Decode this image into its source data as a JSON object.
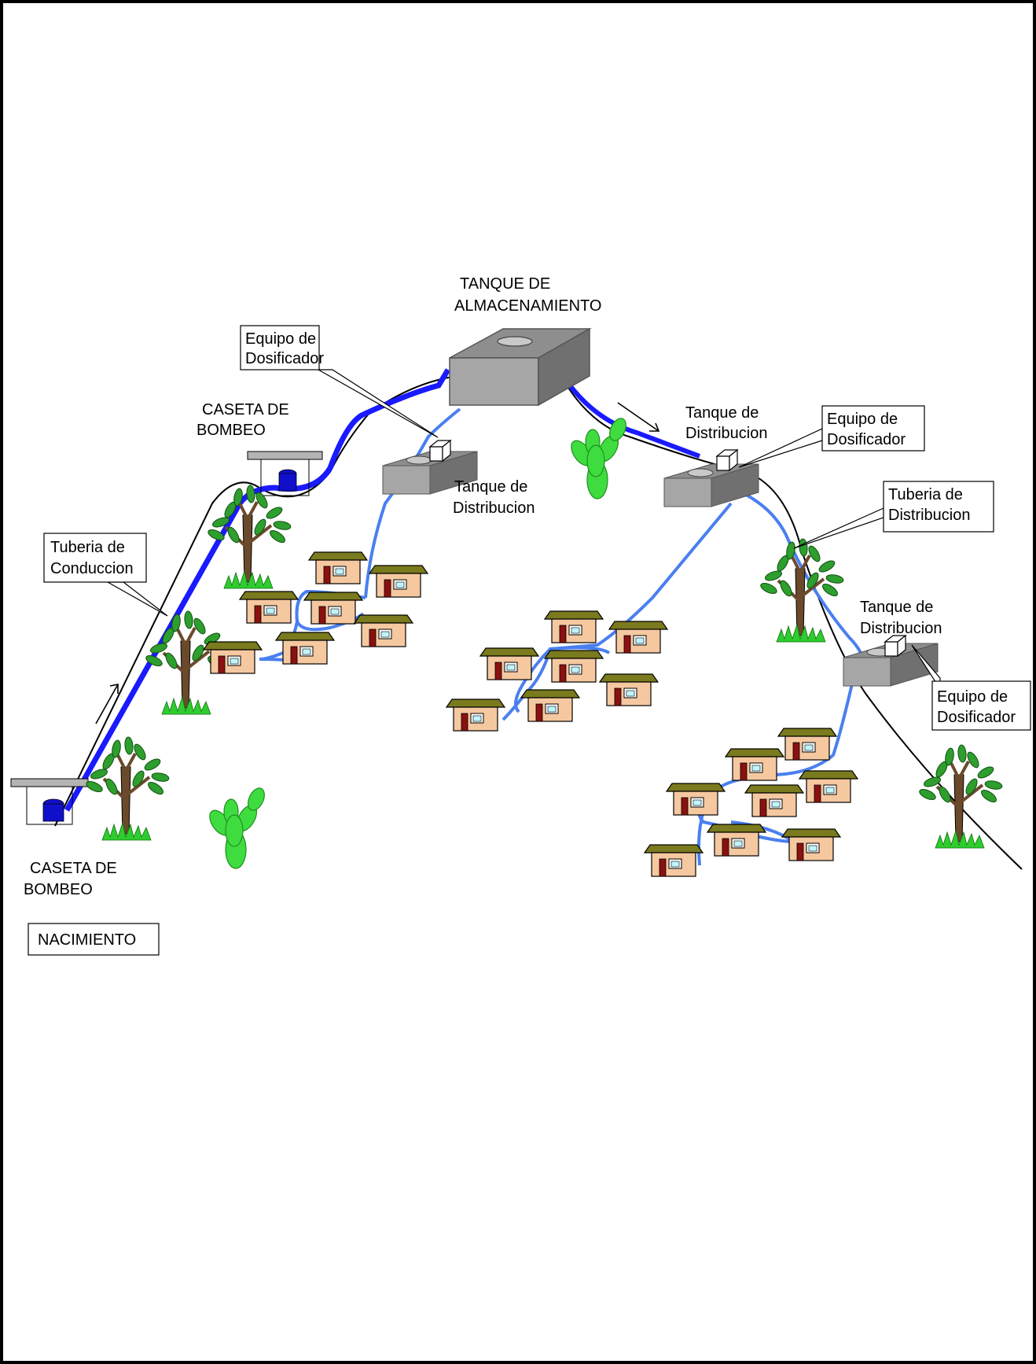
{
  "colors": {
    "conduction_pipe": "#1a1aff",
    "distribution_pipe": "#4a7ff0",
    "tank_top": "#8e8e8e",
    "tank_front": "#a6a6a6",
    "tank_side": "#707070",
    "house_wall": "#f5c8a0",
    "house_roof": "#7a7a1e",
    "door": "#8b1010",
    "window": "#bff5ff",
    "tree_leaf": "#2e9e2e",
    "tree_trunk": "#6b4a2b",
    "cactus": "#3fdc3f",
    "pump_tank": "#1010cc"
  },
  "labels": {
    "storage_tank": [
      "TANQUE DE",
      "ALMACENAMIENTO"
    ],
    "pump_house_upper": [
      "CASETA DE",
      "BOMBEO"
    ],
    "pump_house_lower": [
      "CASETA DE",
      "BOMBEO"
    ],
    "spring_box": "NACIMIENTO",
    "conduction_pipe_box": [
      "Tuberia de",
      "Conduccion"
    ],
    "distribution_pipe_box": [
      "Tuberia de",
      "Distribucion"
    ],
    "dosifier_box_1": [
      "Equipo de",
      "Dosificador"
    ],
    "dosifier_box_2": [
      "Equipo de",
      "Dosificador"
    ],
    "dosifier_box_3": [
      "Equipo de",
      "Dosificador"
    ],
    "dist_tank_1": [
      "Tanque de",
      "Distribucion"
    ],
    "dist_tank_2": [
      "Tanque de",
      "Distribucion"
    ],
    "dist_tank_3": [
      "Tanque de",
      "Distribucion"
    ]
  }
}
